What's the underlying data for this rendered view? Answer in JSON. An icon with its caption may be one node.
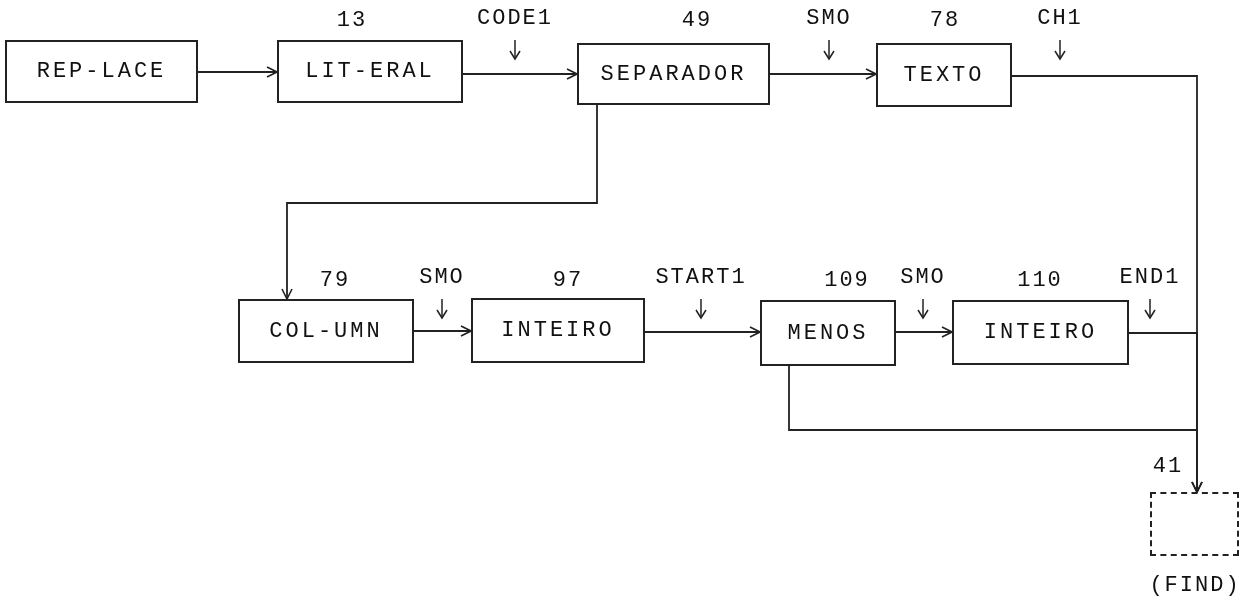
{
  "diagram": {
    "nodes": [
      {
        "text": [
          "REP-LACE"
        ]
      },
      {
        "text": [
          "LIT-ERAL"
        ],
        "beside": [
          "13"
        ]
      },
      {
        "text": [
          "SEPARADOR"
        ],
        "beside": [
          "49"
        ]
      },
      {
        "text": [
          "TEXTO"
        ],
        "beside": [
          "78"
        ]
      },
      {
        "text": [
          "COL-UMN"
        ],
        "beside": [
          "79"
        ]
      },
      {
        "text": [
          "INTEIRO"
        ],
        "beside": [
          "97"
        ]
      },
      {
        "text": [
          "MENOS"
        ],
        "beside": [
          "109"
        ]
      },
      {
        "text": [
          "INTEIRO"
        ],
        "beside": [
          "110"
        ]
      },
      {
        "text": [],
        "shape": "box",
        "beside": [
          "41",
          "(FIND)"
        ]
      }
    ],
    "edges": [
      {
        "from": 0,
        "to": 1,
        "arrow": "to"
      },
      {
        "from": 1,
        "to": 2,
        "arrow": "to",
        "label": "CODE1"
      },
      {
        "from": 2,
        "to": 3,
        "arrow": "to",
        "label": "SMO"
      },
      {
        "from": 3,
        "to": 8,
        "arrow": "to",
        "label": "CH1"
      },
      {
        "from": 2,
        "to": 4,
        "arrow": "to"
      },
      {
        "from": 4,
        "to": 5,
        "arrow": "to",
        "label": "SMO"
      },
      {
        "from": 5,
        "to": 6,
        "arrow": "to",
        "label": "START1"
      },
      {
        "from": 6,
        "to": 7,
        "arrow": "to",
        "label": "SMO"
      },
      {
        "from": 7,
        "to": 8,
        "arrow": "to",
        "label": "END1"
      },
      {
        "from": 6,
        "to": 8,
        "arrow": "to"
      }
    ]
  }
}
